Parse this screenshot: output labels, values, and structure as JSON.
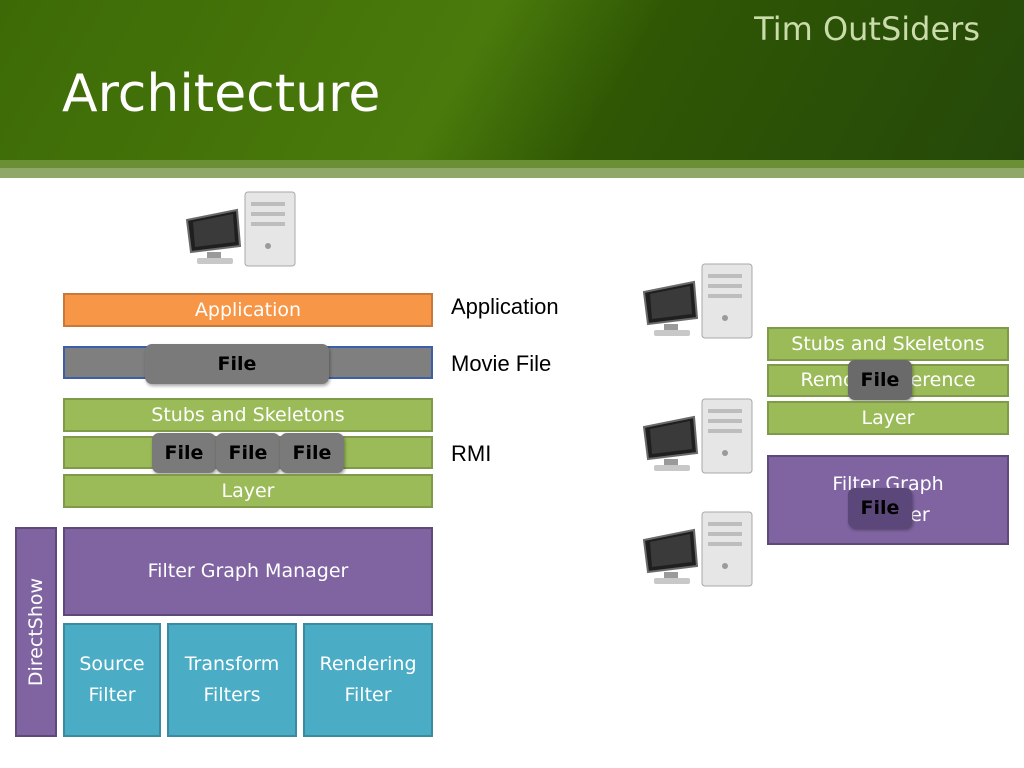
{
  "header": {
    "company": "Tim OutSiders",
    "title": "Architecture"
  },
  "left_stack": {
    "application": "Application",
    "movie_file_box": "File",
    "stubs": "Stubs and Skeletons",
    "rmi_files": [
      "File",
      "File",
      "File"
    ],
    "layer": "Layer",
    "filter_graph_manager": "Filter Graph Manager",
    "directshow": "DirectShow",
    "filters": [
      "Source Filter",
      "Transform Filters",
      "Rendering Filter"
    ]
  },
  "side_labels": {
    "application": "Application",
    "movie_file": "Movie File",
    "rmi": "RMI"
  },
  "right_stack": {
    "stubs": "Stubs and Skeletons",
    "remote_reference": "Remote Reference",
    "remote_file": "File",
    "layer": "Layer",
    "filter_graph_manager": "Filter Graph Manager",
    "fgm_file": "File"
  },
  "colors": {
    "orange": "#f79646",
    "green": "#9bbb59",
    "purple": "#8064a2",
    "teal": "#4bacc6",
    "header_green": "#3d6a06"
  },
  "icons": [
    "computer-icon"
  ]
}
